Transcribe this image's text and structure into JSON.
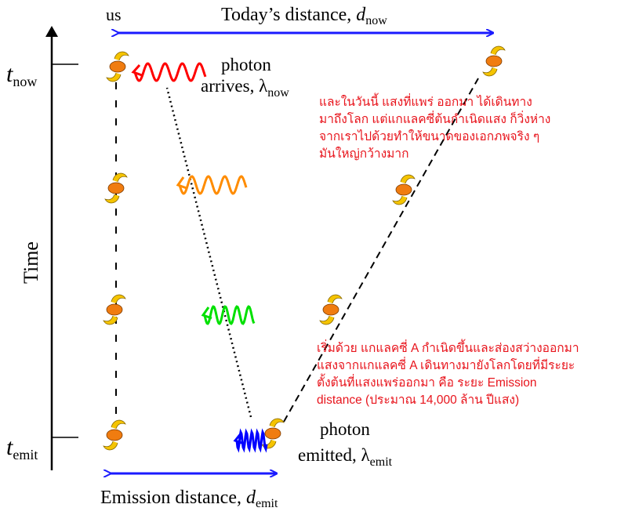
{
  "labels": {
    "us": "us",
    "today_distance": "Today’s distance, ",
    "today_d": "d",
    "today_sub": "now",
    "t": "t",
    "t_now_sub": "now",
    "t_emit_sub": "emit",
    "time_axis": "Time",
    "photon_arrives_1": "photon",
    "photon_arrives_2": "arrives, ",
    "lambda": "λ",
    "lambda_now_sub": "now",
    "photon_emitted_1": "photon",
    "photon_emitted_2": "emitted, ",
    "lambda_emit_sub": "emit",
    "emission_distance": "Emission distance, ",
    "emission_d": "d",
    "emission_sub": "emit"
  },
  "notes": {
    "top": [
      "และในวันนี้ แสงที่แพร่      ออกมา ได้เดินทาง",
      "มาถึงโลก แต่แกแลคซี่ต้นกำเนิดแสง ก็วิ่งห่าง",
      "จากเราไปด้วยทำให้ขนาดของเอกภพจริง ๆ",
      "มันใหญ่กว้างมาก"
    ],
    "bottom": [
      "เริ่มด้วย แกแลคซี่ A กำเนิดขึ้นและส่องสว่างออกมา",
      "แสงจากแกแลคซี่ A เดินทางมายังโลกโดยที่มีระยะ",
      "ตั้งต้นที่แสงแพร่ออกมา คือ ระยะ Emission",
      "distance (ประมาณ 14,000 ล้าน ปีแสง)"
    ]
  },
  "colors": {
    "arrow_blue": "#1a1aff",
    "note_red": "#e8141c",
    "photon_now": "#ff0000",
    "photon_2": "#ff8c00",
    "photon_3": "#00e000",
    "photon_emit": "#0000ff",
    "galaxy_core": "#f07c10",
    "galaxy_arms": "#f5c400"
  }
}
